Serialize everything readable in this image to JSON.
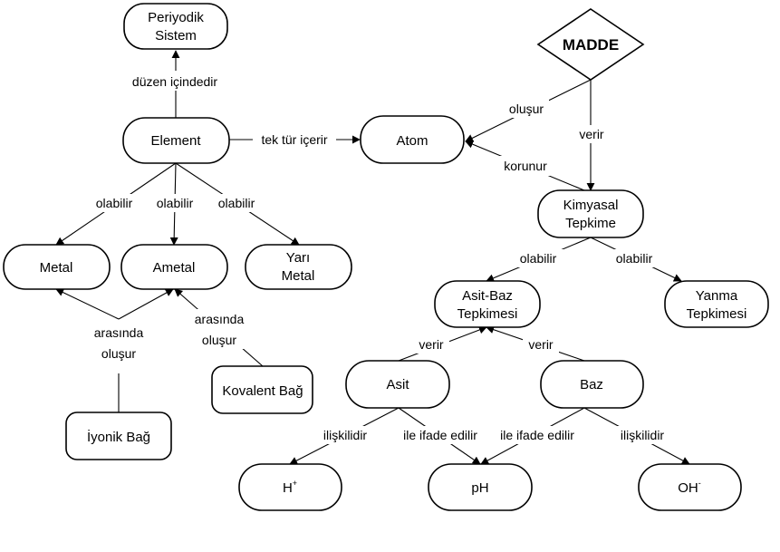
{
  "nodes": {
    "periyodik": {
      "lines": [
        "Periyodik",
        "Sistem"
      ]
    },
    "element": {
      "lines": [
        "Element"
      ]
    },
    "atom": {
      "lines": [
        "Atom"
      ]
    },
    "madde": {
      "lines": [
        "MADDE"
      ]
    },
    "kimyasal": {
      "lines": [
        "Kimyasal",
        "Tepkime"
      ]
    },
    "metal": {
      "lines": [
        "Metal"
      ]
    },
    "ametal": {
      "lines": [
        "Ametal"
      ]
    },
    "yari": {
      "lines": [
        "Yarı",
        "Metal"
      ]
    },
    "asitbaz": {
      "lines": [
        "Asit-Baz",
        "Tepkimesi"
      ]
    },
    "yanma": {
      "lines": [
        "Yanma",
        "Tepkimesi"
      ]
    },
    "kovalent": {
      "lines": [
        "Kovalent Bağ"
      ]
    },
    "iyonik": {
      "lines": [
        "İyonik Bağ"
      ]
    },
    "asit": {
      "lines": [
        "Asit"
      ]
    },
    "baz": {
      "lines": [
        "Baz"
      ]
    },
    "h": {
      "base": "H",
      "sup": "+"
    },
    "ph": {
      "lines": [
        "pH"
      ]
    },
    "oh": {
      "base": "OH",
      "sup": "-"
    }
  },
  "edges": {
    "e1": {
      "lines": [
        "düzen içindedir"
      ]
    },
    "e2": {
      "lines": [
        "tek tür içerir"
      ]
    },
    "e3": {
      "lines": [
        "oluşur"
      ]
    },
    "e4": {
      "lines": [
        "verir"
      ]
    },
    "e5": {
      "lines": [
        "korunur"
      ]
    },
    "e6": {
      "lines": [
        "olabilir"
      ]
    },
    "e7": {
      "lines": [
        "olabilir"
      ]
    },
    "e8": {
      "lines": [
        "olabilir"
      ]
    },
    "e9": {
      "lines": [
        "arasında",
        "oluşur"
      ]
    },
    "e10": {
      "lines": [
        "arasında",
        "oluşur"
      ]
    },
    "e11": {
      "lines": [
        "olabilir"
      ]
    },
    "e12": {
      "lines": [
        "olabilir"
      ]
    },
    "e13": {
      "lines": [
        "verir"
      ]
    },
    "e14": {
      "lines": [
        "verir"
      ]
    },
    "e15": {
      "lines": [
        "ilişkilidir"
      ]
    },
    "e16": {
      "lines": [
        "ile ifade edilir"
      ]
    },
    "e17": {
      "lines": [
        "ile ifade edilir"
      ]
    },
    "e18": {
      "lines": [
        "ilişkilidir"
      ]
    }
  }
}
